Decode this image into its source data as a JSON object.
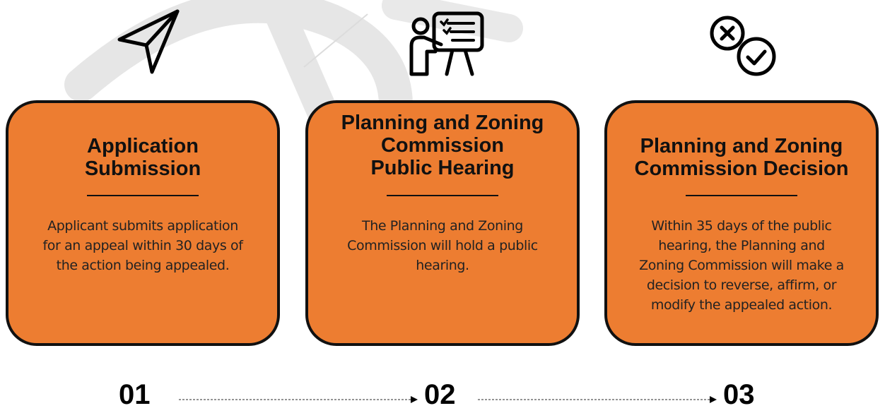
{
  "steps": [
    {
      "number": "01",
      "icon": "paper-plane-icon",
      "title": "Application\nSubmission",
      "description": "Applicant submits application\nfor an appeal within 30 days of\nthe action being appealed."
    },
    {
      "number": "02",
      "icon": "presentation-icon",
      "title": "Planning and Zoning\nCommission\nPublic Hearing",
      "description": "The Planning and Zoning\nCommission will hold a public\nhearing."
    },
    {
      "number": "03",
      "icon": "decision-icon",
      "title": "Planning and Zoning\nCommission Decision",
      "description": "Within 35 days of the public\nhearing, the Planning and\nZoning Commission will make a\ndecision to reverse, affirm, or\nmodify the appealed action."
    }
  ],
  "colors": {
    "card_fill": "#ed7d31",
    "card_border": "#111111",
    "watermark": "#e2e2e2"
  }
}
